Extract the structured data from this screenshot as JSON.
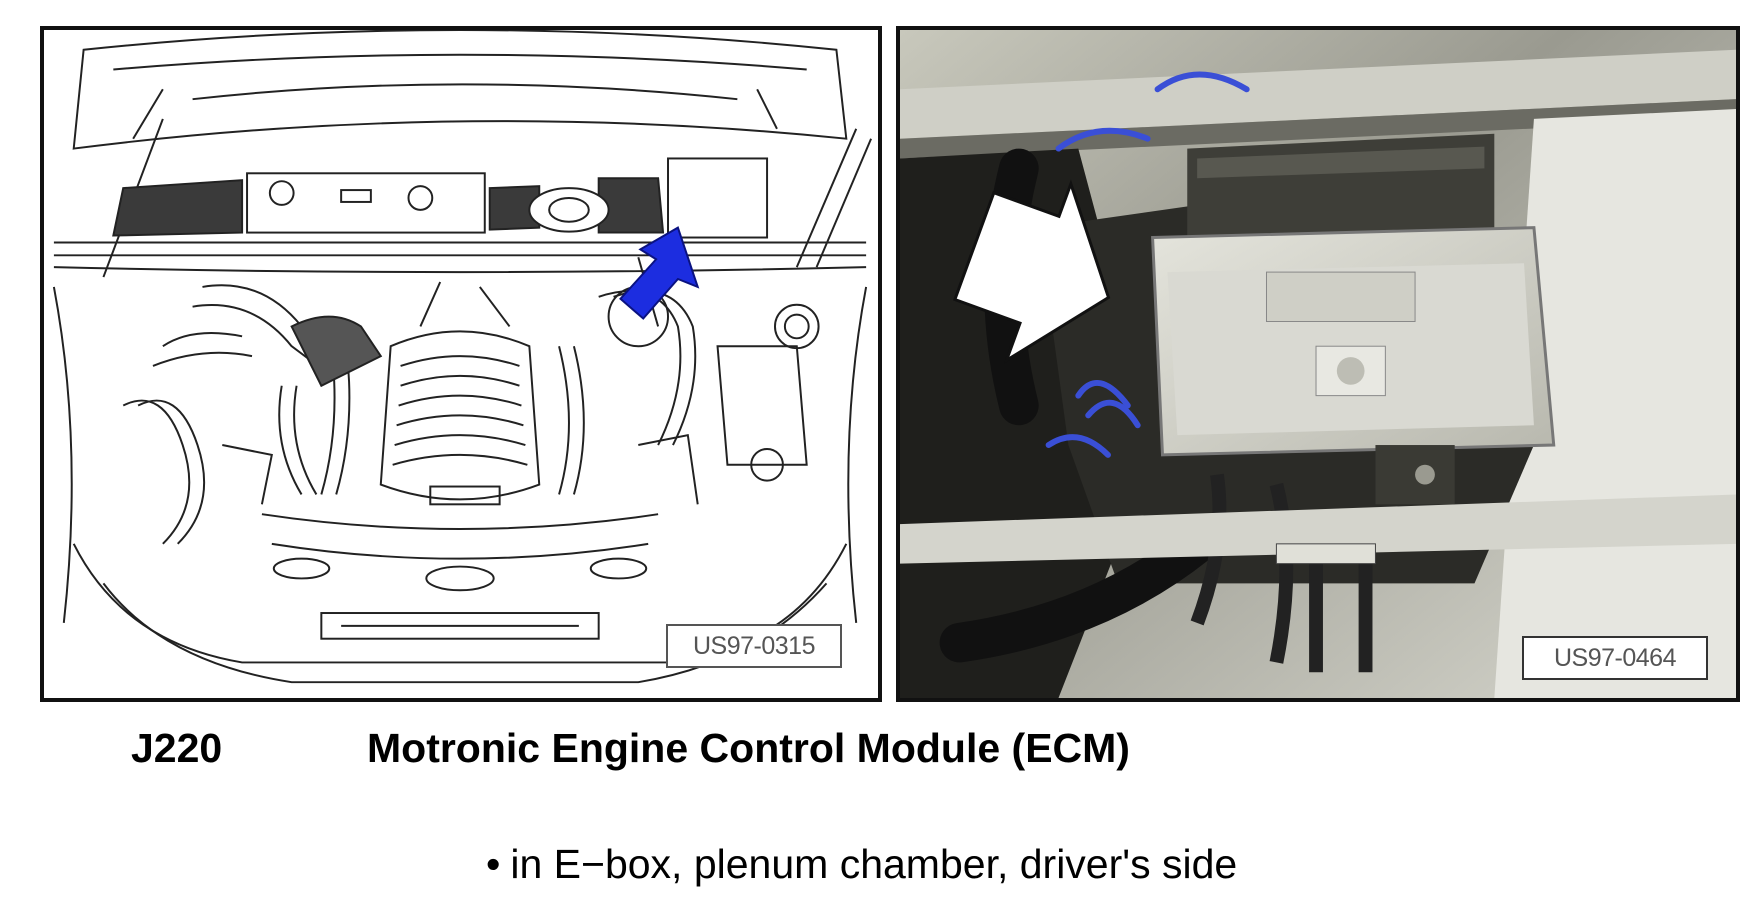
{
  "figures": {
    "left": {
      "reference": "US97-0315"
    },
    "right": {
      "reference": "US97-0464"
    }
  },
  "caption": {
    "code": "J220",
    "title": "Motronic Engine Control Module (ECM)"
  },
  "note": {
    "bullet": "•",
    "text": "in E−box, plenum chamber, driver's side"
  },
  "colors": {
    "arrow_blue": "#1c2de0",
    "frame": "#111111",
    "wire_blue": "#3a4fd6"
  },
  "icons": {
    "left_arrow": "blue-pointer-arrow",
    "right_arrow": "white-pointer-arrow"
  }
}
